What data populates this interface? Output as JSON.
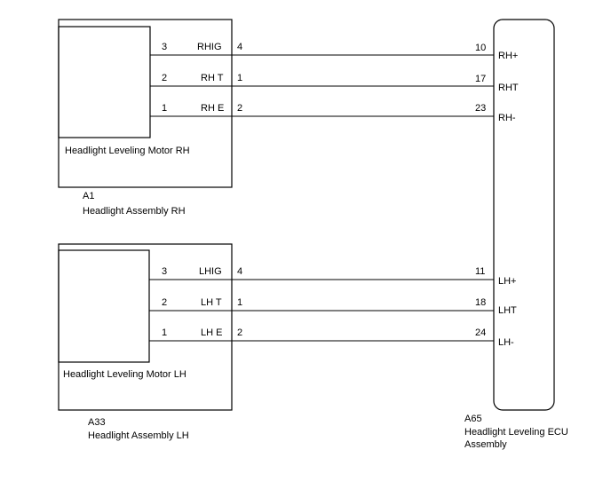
{
  "rh_assembly": {
    "motor_label": "Headlight Leveling Motor RH",
    "connector_id": "A1",
    "assembly_name": "Headlight Assembly RH",
    "pins": [
      {
        "pin": "3",
        "signal": "RHIG",
        "wire_pin": "4",
        "ecu_pin": "10",
        "ecu_terminal": "RH+"
      },
      {
        "pin": "2",
        "signal": "RH T",
        "wire_pin": "1",
        "ecu_pin": "17",
        "ecu_terminal": "RHT"
      },
      {
        "pin": "1",
        "signal": "RH E",
        "wire_pin": "2",
        "ecu_pin": "23",
        "ecu_terminal": "RH-"
      }
    ]
  },
  "lh_assembly": {
    "motor_label": "Headlight Leveling Motor LH",
    "connector_id": "A33",
    "assembly_name": "Headlight Assembly LH",
    "pins": [
      {
        "pin": "3",
        "signal": "LHIG",
        "wire_pin": "4",
        "ecu_pin": "11",
        "ecu_terminal": "LH+"
      },
      {
        "pin": "2",
        "signal": "LH T",
        "wire_pin": "1",
        "ecu_pin": "18",
        "ecu_terminal": "LHT"
      },
      {
        "pin": "1",
        "signal": "LH E",
        "wire_pin": "2",
        "ecu_pin": "24",
        "ecu_terminal": "LH-"
      }
    ]
  },
  "ecu": {
    "connector_id": "A65",
    "name_line1": "Headlight Leveling ECU",
    "name_line2": "Assembly"
  }
}
